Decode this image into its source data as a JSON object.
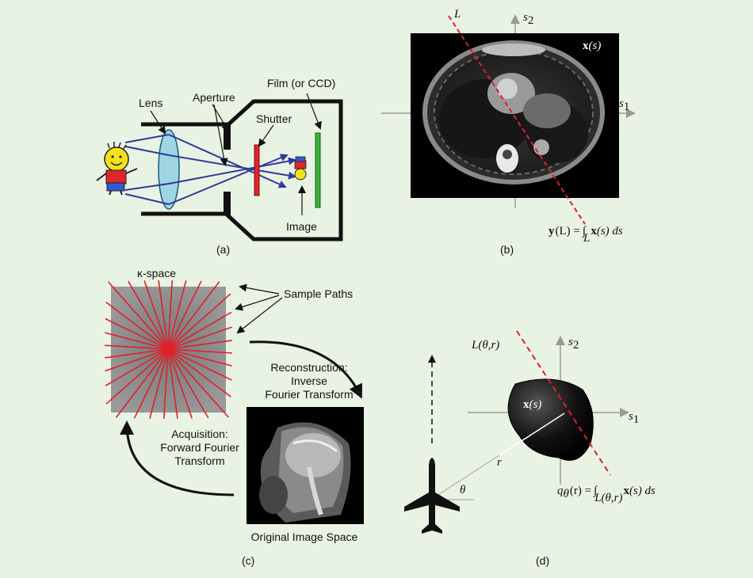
{
  "panel_a": {
    "caption": "(a)",
    "labels": {
      "lens": "Lens",
      "aperture": "Aperture",
      "shutter": "Shutter",
      "film": "Film (or CCD)",
      "image": "Image"
    }
  },
  "panel_b": {
    "caption": "(b)",
    "line_label": "L",
    "axis1": "s",
    "axis1_sub": "1",
    "axis2": "s",
    "axis2_sub": "2",
    "image_label_x": "x",
    "image_label_s": "(s)",
    "formula": {
      "y": "y",
      "lhs": "(L) =",
      "int": "∫",
      "sub": "L",
      "x": "x",
      "rhs": "(s) ds"
    }
  },
  "panel_c": {
    "caption": "(c)",
    "kspace": "κ-space",
    "sample_paths": "Sample Paths",
    "recon_1": "Reconstruction:",
    "recon_2": "Inverse",
    "recon_3": "Fourier Transform",
    "acq_1": "Acquisition:",
    "acq_2": "Forward Fourier",
    "acq_3": "Transform",
    "orig": "Original Image Space"
  },
  "panel_d": {
    "caption": "(d)",
    "line_label": "L(θ,r)",
    "axis1": "s",
    "axis1_sub": "1",
    "axis2": "s",
    "axis2_sub": "2",
    "object_label_x": "x",
    "object_label_s": "(s)",
    "r": "r",
    "theta": "θ",
    "formula": {
      "q": "q",
      "qsub": "θ",
      "lhs": "(r) =",
      "int": "∫",
      "sub": "L(θ,r)",
      "x": "x",
      "rhs": "(s) ds"
    }
  },
  "colors": {
    "background": "#e9f3e3",
    "ray": "#2f3a9c",
    "lens": "#9fd6e2",
    "shutter": "#e0242a",
    "film": "#3db03a",
    "kspace_line": "#e0202a",
    "dashed_red": "#e0202a"
  }
}
